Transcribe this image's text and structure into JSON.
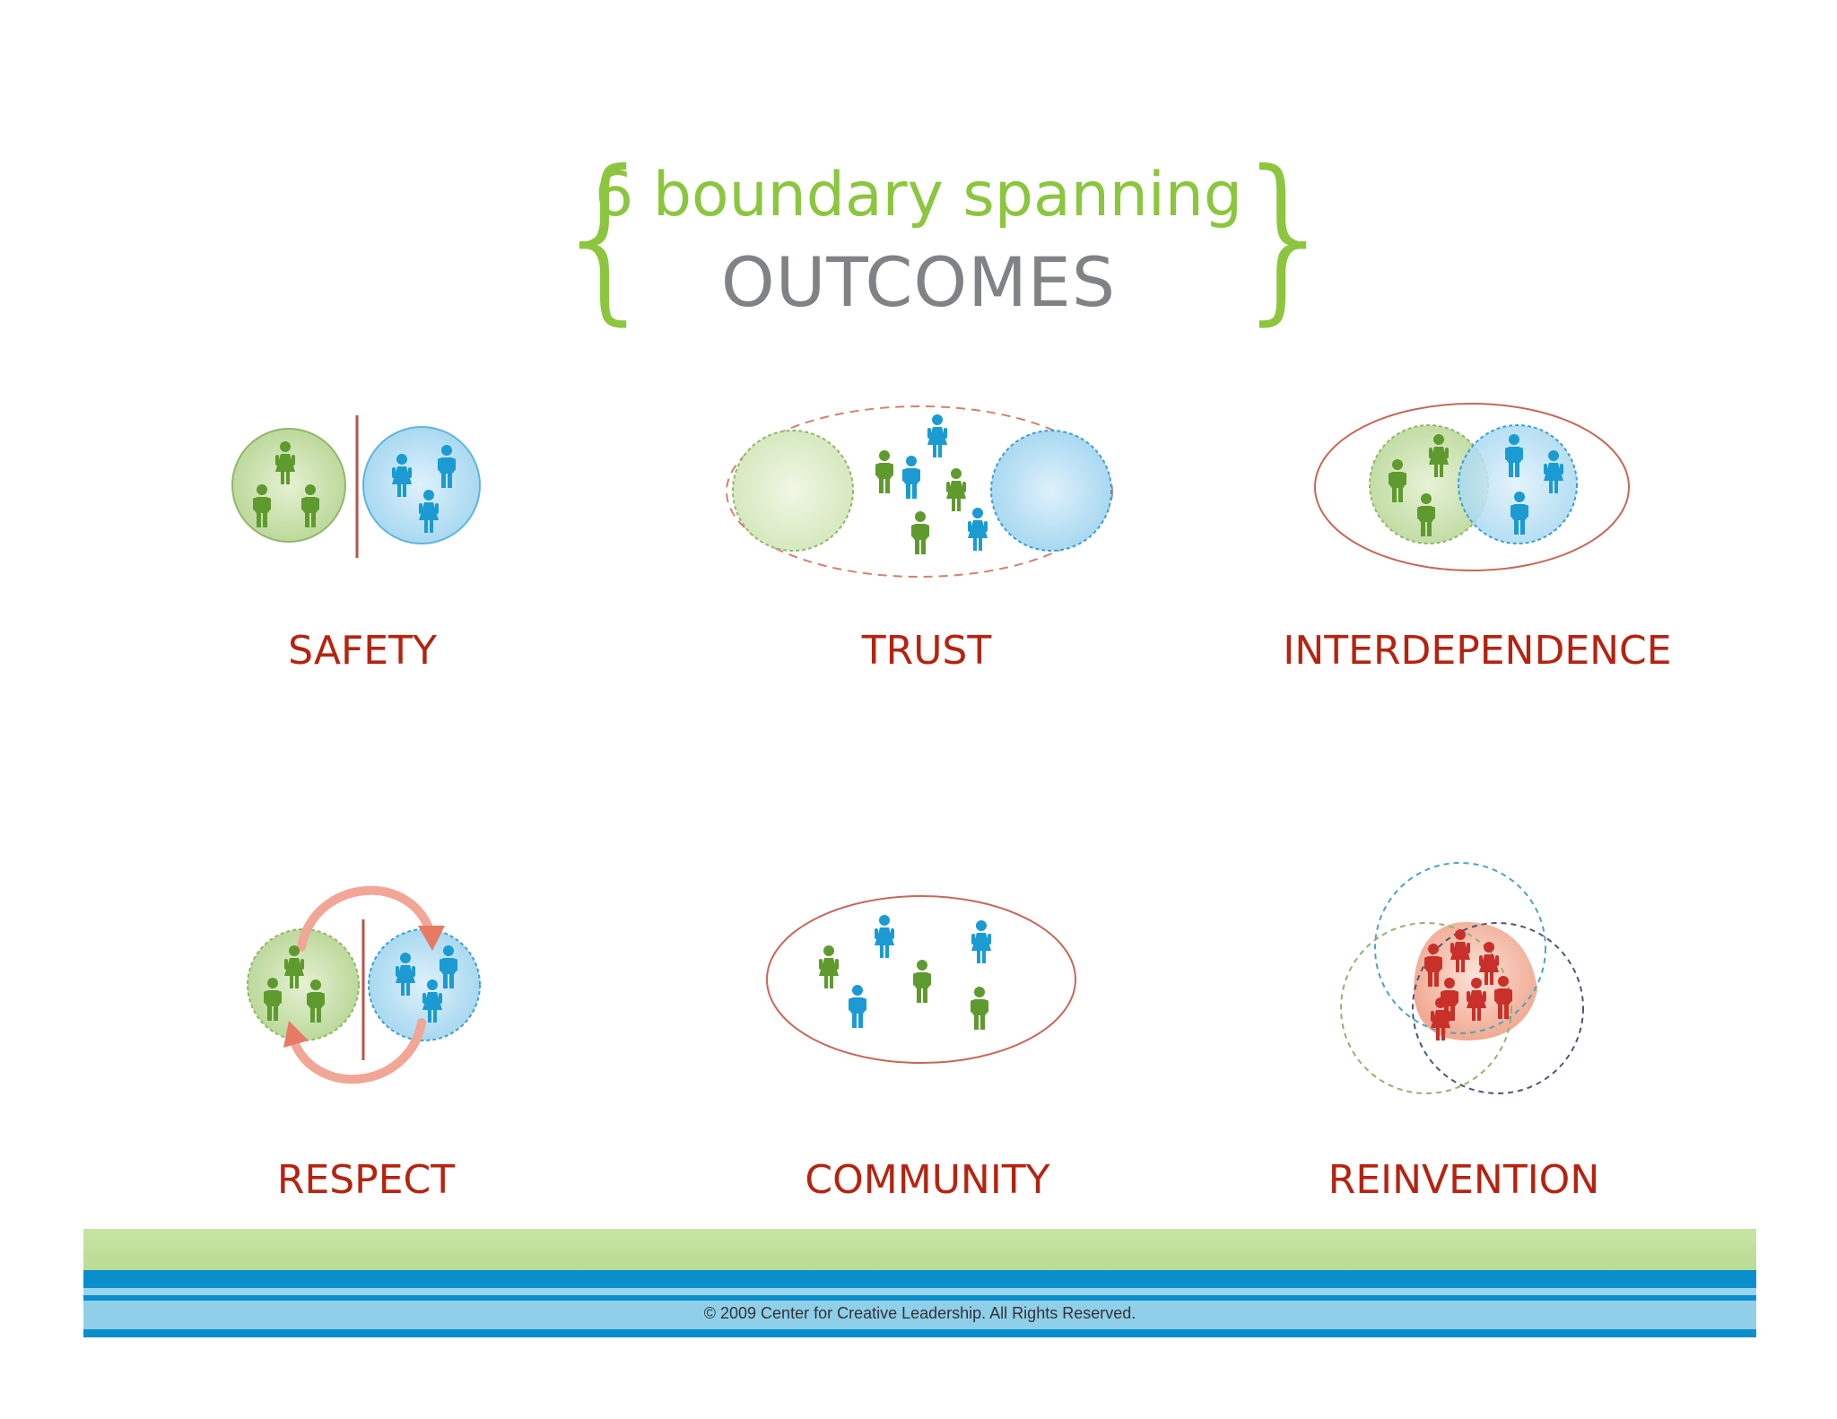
{
  "title": {
    "line1": "6 boundary spanning",
    "line2": "OUTCOMES",
    "brace_open": "{",
    "brace_close": "}"
  },
  "outcomes": [
    {
      "label": "SAFETY"
    },
    {
      "label": "TRUST"
    },
    {
      "label": "INTERDEPENDENCE"
    },
    {
      "label": "RESPECT"
    },
    {
      "label": "COMMUNITY"
    },
    {
      "label": "REINVENTION"
    }
  ],
  "footer": {
    "copyright": "© 2009 Center for Creative Leadership. All Rights Reserved."
  },
  "colors": {
    "title_green": "#8cc63f",
    "title_gray": "#808285",
    "label_red": "#b5230f",
    "group_green": "#5f9a2f",
    "group_blue": "#1b9bd1",
    "group_red": "#c9302a",
    "boundary_red": "#c8675a",
    "band_light_green": "#c6e3a2",
    "band_blue": "#0a8fcc",
    "band_light_blue": "#8fcfe9"
  },
  "icons": [
    "person-icon-green",
    "person-icon-blue",
    "person-icon-red",
    "arrow-icon"
  ]
}
